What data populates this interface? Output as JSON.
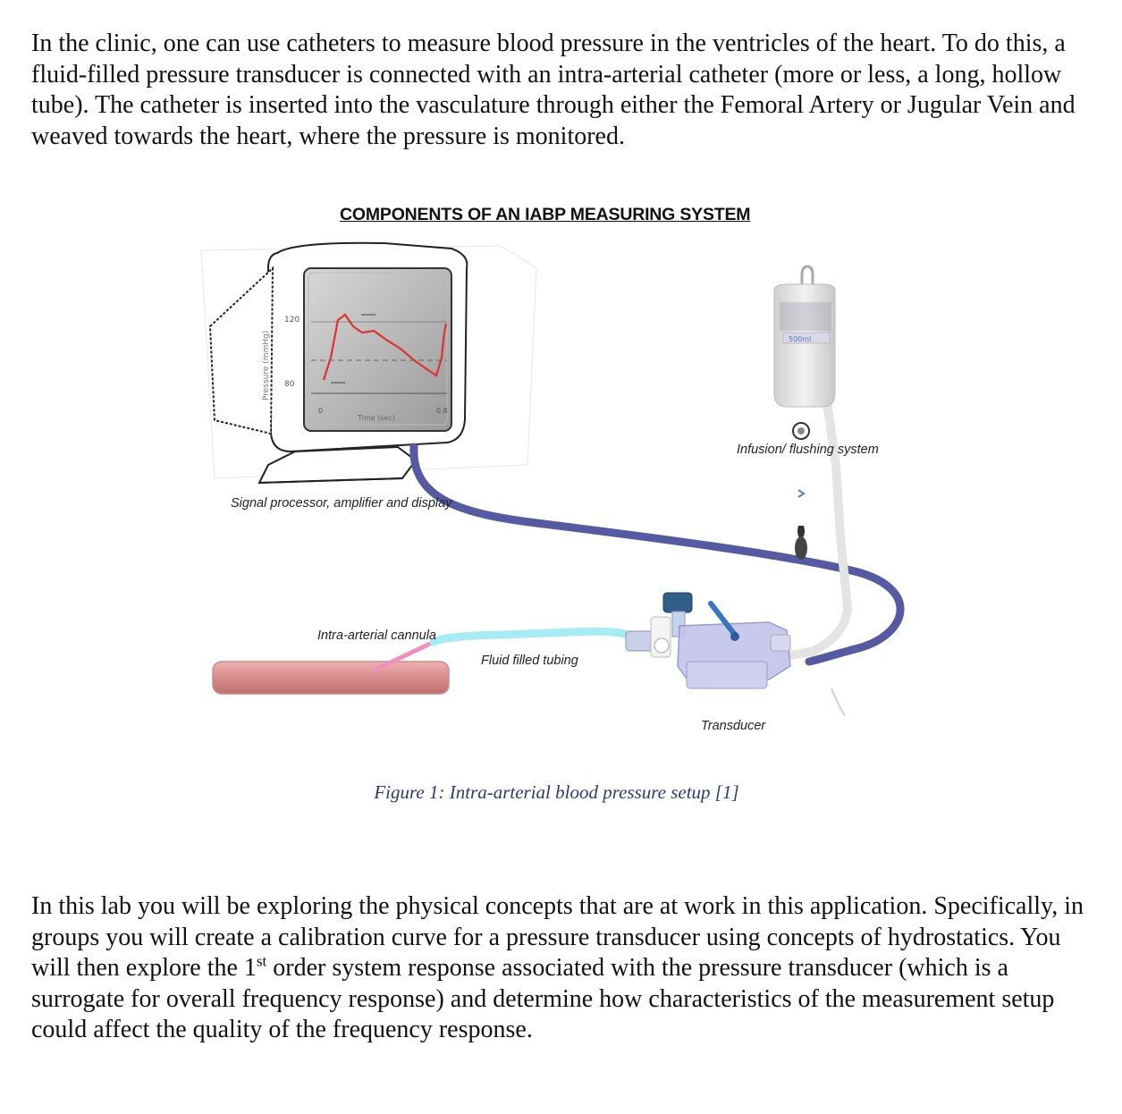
{
  "intro": {
    "text_before_sup": "In the clinic, one can use catheters to measure blood pressure in the ventricles of the heart. To do this, a fluid-filled pressure transducer is connected with an intra-arterial catheter (more or less, a long, hollow tube). The catheter is inserted into the vasculature through either the Femoral Artery or Jugular Vein and weaved towards the heart, where the pressure is monitored."
  },
  "figure": {
    "title": "COMPONENTS OF AN IABP MEASURING SYSTEM",
    "labels": {
      "display": "Signal processor, amplifier and display",
      "infusion": "Infusion/ flushing system",
      "cannula": "Intra-arterial cannula",
      "tubing": "Fluid filled tubing",
      "transducer": "Transducer"
    },
    "monitor": {
      "y_axis_label": "Pressure (mmHg)",
      "tick_high": "120",
      "tick_low": "80",
      "x_start": "0",
      "x_end": "0.8",
      "x_label": "Time (sec)"
    },
    "bag_text": "500ml",
    "caption": "Figure 1: Intra-arterial blood pressure setup [1]"
  },
  "lab": {
    "before_sup": "In this lab you will be exploring the physical concepts that are at work in this application. Specifically, in groups you will create a calibration curve for a pressure transducer using concepts of hydrostatics. You will then explore the 1",
    "sup": "st",
    "after_sup": " order system response associated with the pressure transducer (which is a surrogate for overall frequency response) and determine how characteristics of the measurement setup could affect the quality of the frequency response."
  }
}
